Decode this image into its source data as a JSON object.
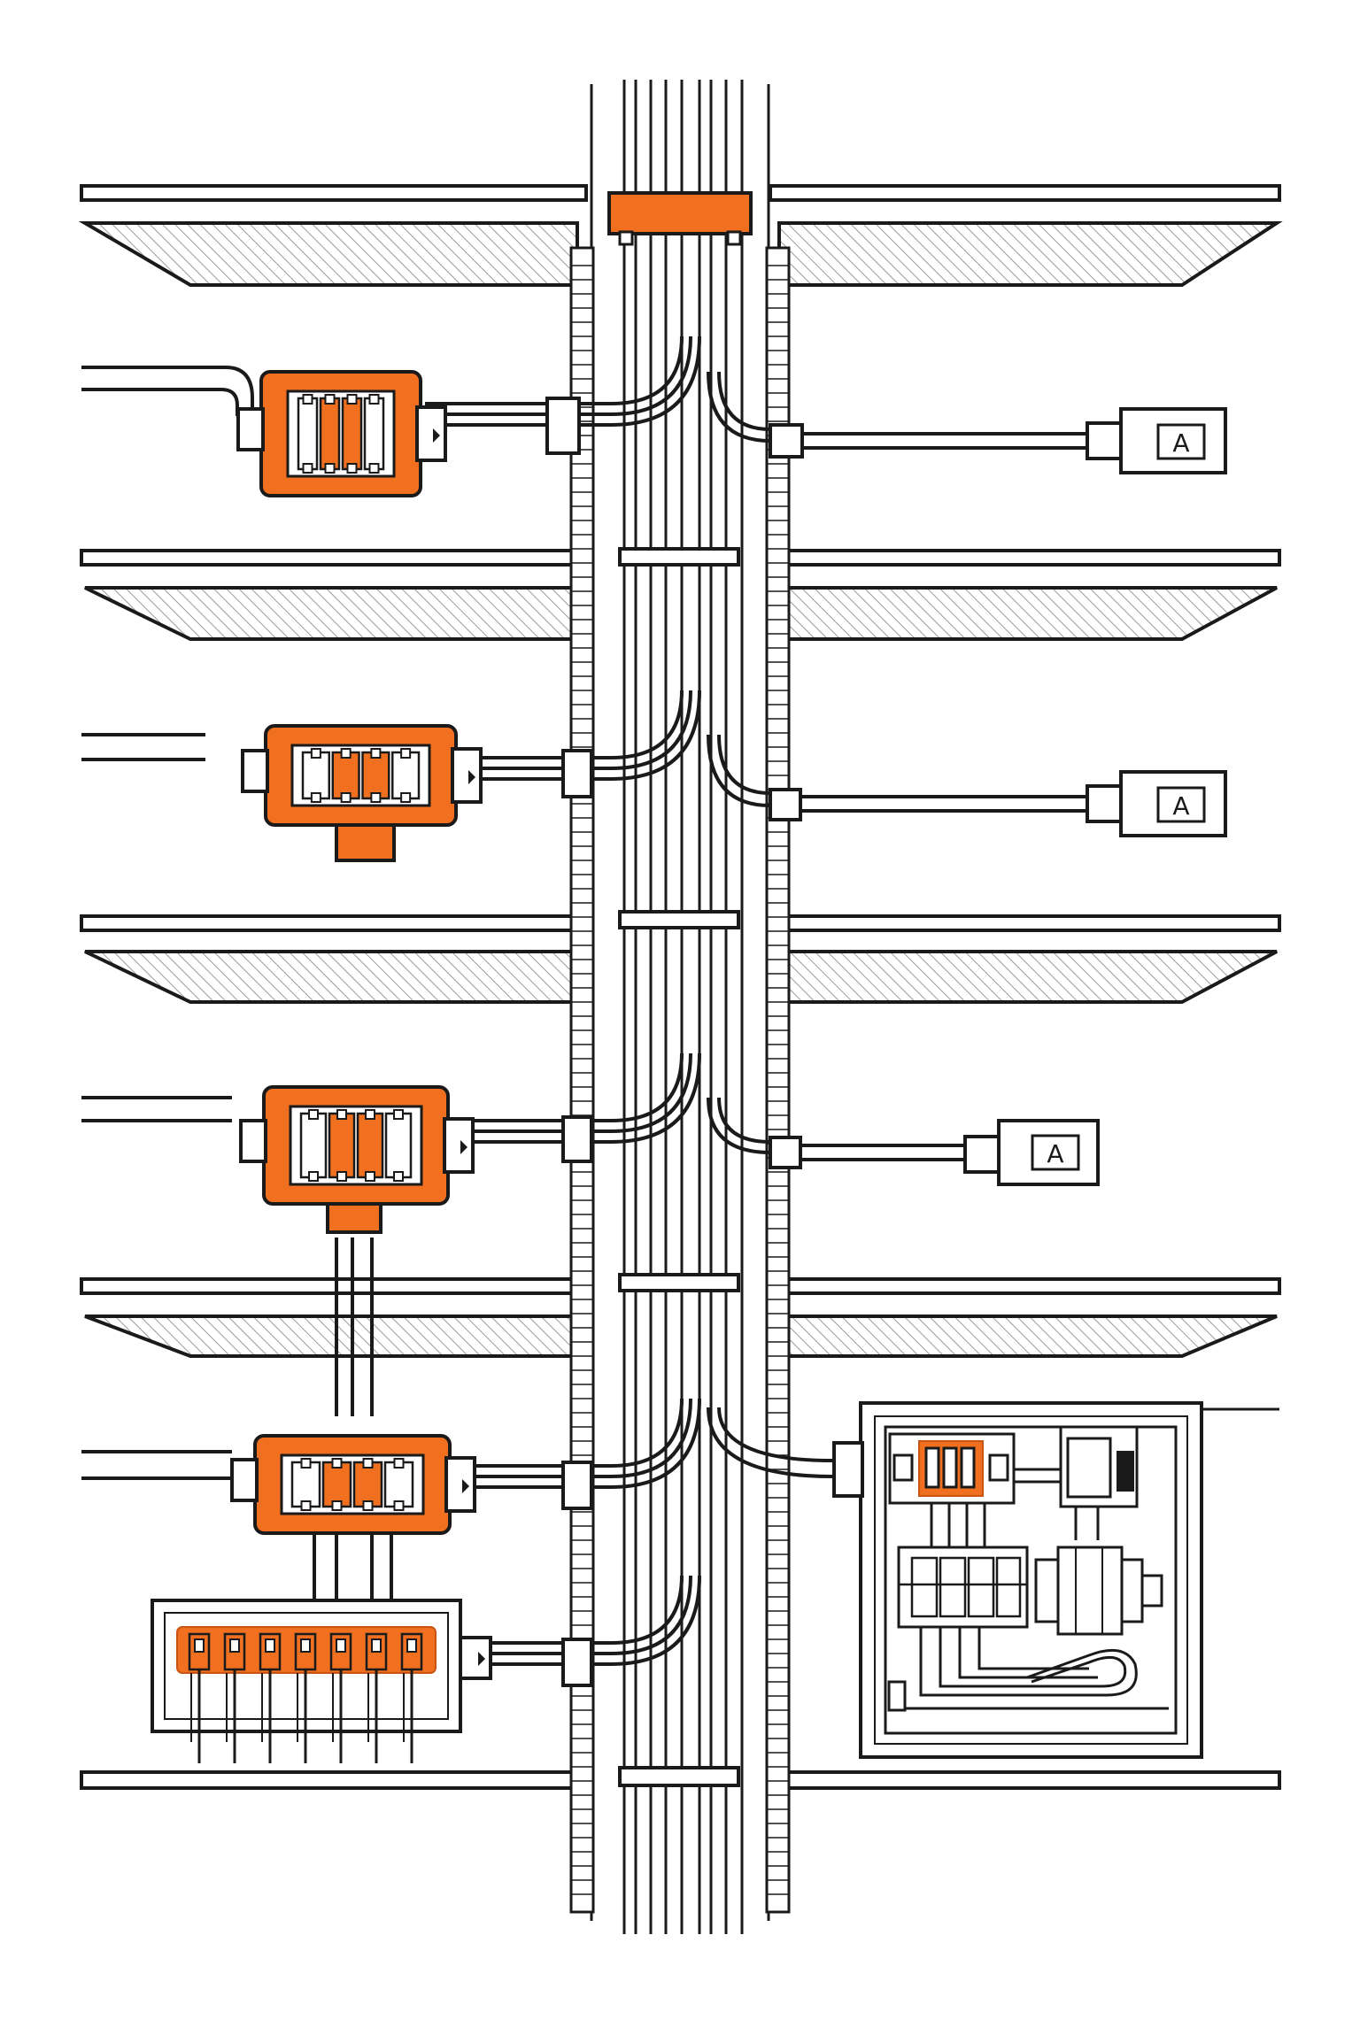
{
  "diagram": {
    "colors": {
      "accent": "#f0701f",
      "accent_dark": "#c95512",
      "line": "#1a1a1a",
      "hatch": "#9a9a9a",
      "background": "#ffffff"
    },
    "outlet_label": "A",
    "floors": [
      {
        "id": "floor-1",
        "junction_box": "junction-box-1",
        "outlet": true
      },
      {
        "id": "floor-2",
        "junction_box": "junction-box-2",
        "outlet": true
      },
      {
        "id": "floor-3",
        "junction_box": "junction-box-3",
        "outlet": true
      },
      {
        "id": "floor-4",
        "junction_box": "junction-box-4",
        "outlet": false,
        "panel": "distribution-panel"
      },
      {
        "id": "floor-5",
        "junction_box": "terminal-strip",
        "outlet": false
      }
    ],
    "icons": [
      "junction-box-icon",
      "outlet-icon",
      "breaker-icon",
      "terminal-strip-icon",
      "cable-clamp-icon",
      "conduit-icon"
    ]
  }
}
